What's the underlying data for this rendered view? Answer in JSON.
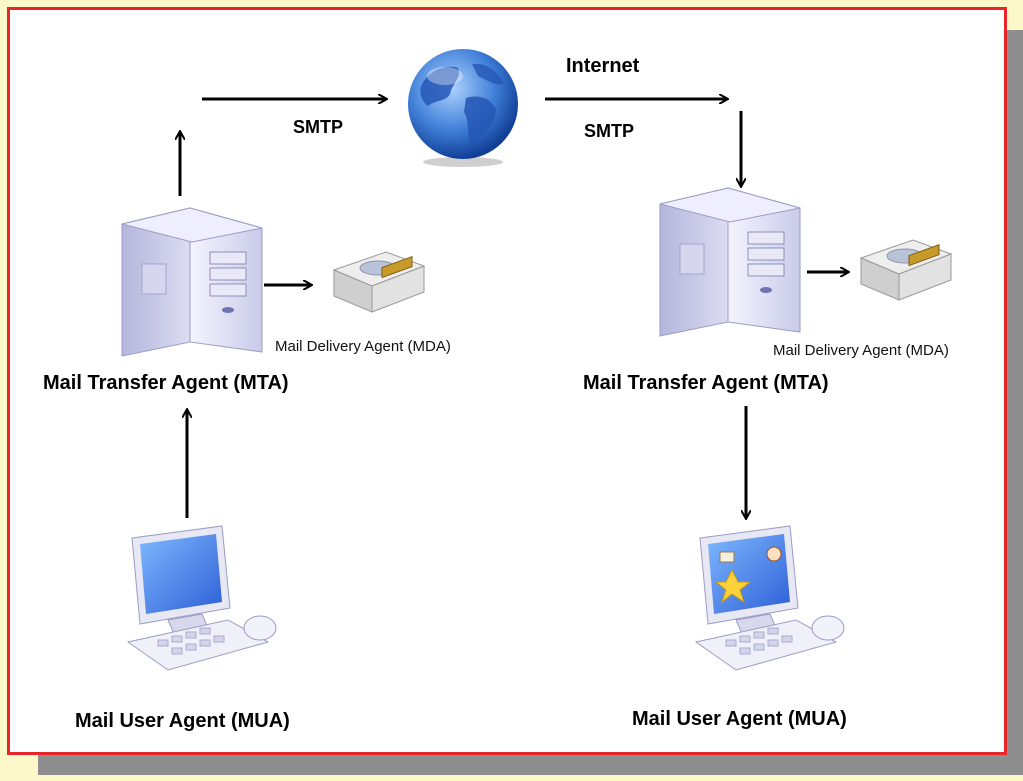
{
  "labels": {
    "internet": "Internet",
    "smtp_left": "SMTP",
    "smtp_right": "SMTP",
    "mta_left": "Mail Transfer Agent (MTA)",
    "mta_right": "Mail Transfer Agent (MTA)",
    "mda_left": "Mail Delivery Agent (MDA)",
    "mda_right": "Mail Delivery Agent (MDA)",
    "mua_left": "Mail User Agent (MUA)",
    "mua_right": "Mail User Agent (MUA)"
  },
  "colors": {
    "background": "#fdf8c9",
    "frame_border": "#e8262a",
    "shadow": "#8e8e8e",
    "arrow": "#000000"
  }
}
